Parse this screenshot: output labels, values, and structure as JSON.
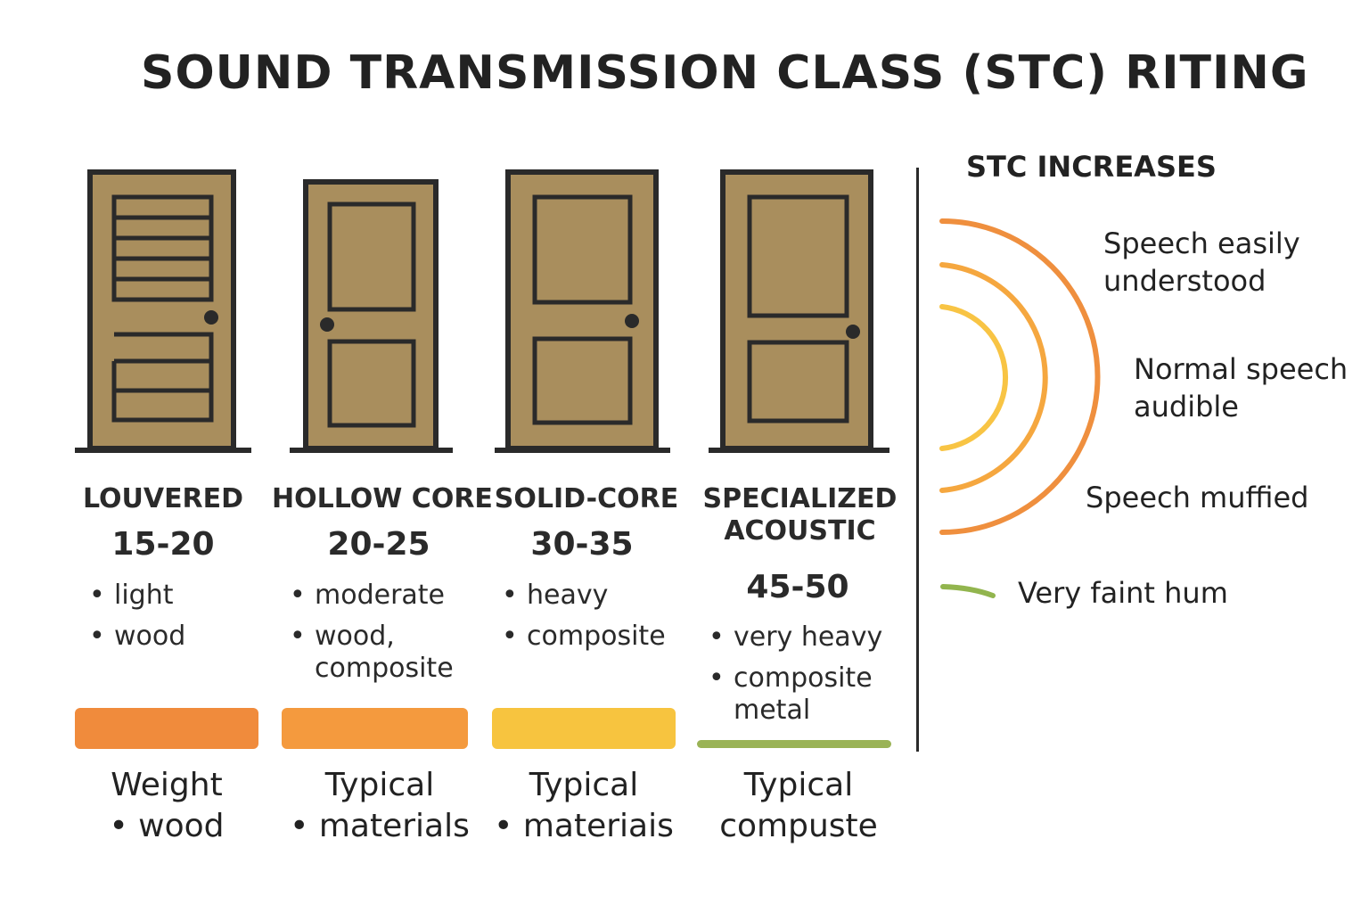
{
  "title": "SOUND TRANSMISSION CLASS (STC) RITING",
  "colors": {
    "door_fill": "#a98e5d",
    "door_stroke": "#2a2a2a",
    "orange": "#f0903d",
    "orange_light": "#f5a340",
    "yellow": "#f7c640",
    "green": "#92b54e"
  },
  "doors": [
    {
      "name": "LOUVERED",
      "range": "15-20",
      "bullets": [
        "light",
        "wood"
      ],
      "bar_color": "#f08b3c",
      "bottom_line1": "Weight",
      "bottom_line2": "• wood"
    },
    {
      "name": "HOLLOW CORE",
      "range": "20-25",
      "bullets": [
        "moderate",
        "wood,\ncomposite"
      ],
      "bar_color": "#f49a3e",
      "bottom_line1": "Typical",
      "bottom_line2": "• materials"
    },
    {
      "name": "SOLID-CORE",
      "range": "30-35",
      "bullets": [
        "heavy",
        "composite"
      ],
      "bar_color": "#f7c43f",
      "bottom_line1": "Typical",
      "bottom_line2": "• materiais"
    },
    {
      "name": "SPECIALIZED\nACOUSTIC",
      "range": "45-50",
      "bullets": [
        "very heavy",
        "composite\nmetal"
      ],
      "bar_color": "#9ab356",
      "bottom_line1": "Typical",
      "bottom_line2": "compuste"
    }
  ],
  "stc_panel": {
    "heading": "STC INCREASES",
    "levels": [
      {
        "text": "Speech easily\nunderstood",
        "color": "#ef8f3e"
      },
      {
        "text": "Normal speech\naudible",
        "color": "#f5a73f"
      },
      {
        "text": "Speech muffied",
        "color": "#f8c444"
      },
      {
        "text": "Very faint hum",
        "color": "#92b54e"
      }
    ]
  }
}
